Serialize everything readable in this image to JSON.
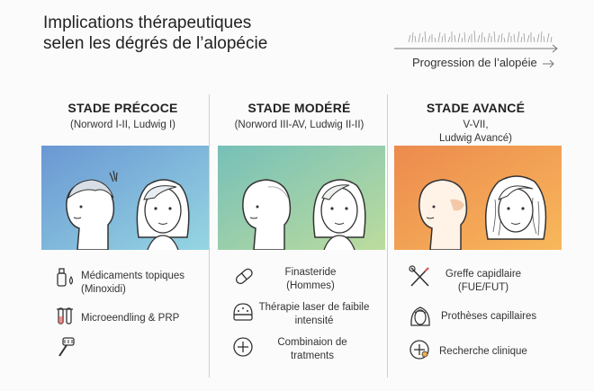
{
  "title": {
    "line1": "Implications thérapeutiques",
    "line2": "selen les dégrés de l’alopécie"
  },
  "progression_label": "Progression de l’alopéie",
  "stages": [
    {
      "title": "STADE PRÉCOCE",
      "subtitle": [
        "(Norword I-II, Ludwig I)"
      ],
      "colors": [
        "#6f9fd6",
        "#8ed2e0"
      ],
      "items": [
        {
          "label": [
            "Médicaments topiques",
            "(Minoxidi)"
          ],
          "icon": "bottle-dropper-icon"
        },
        {
          "label": [
            "Microeendling & PRP"
          ],
          "icon": "test-tubes-icon"
        },
        {
          "label": [],
          "icon": "derma-roller-icon"
        }
      ]
    },
    {
      "title": "STADE MODÉRÉ",
      "subtitle": [
        "(Norword III-AV, Ludwig II-II)"
      ],
      "colors": [
        "#7cc4b4",
        "#b7dba0"
      ],
      "items": [
        {
          "label": [
            "Finasteride",
            "(Hommes)"
          ],
          "icon": "pill-icon"
        },
        {
          "label": [
            "Thérapie laser de faibile",
            "intensité"
          ],
          "icon": "laser-cap-icon"
        },
        {
          "label": [
            "Combinaion de",
            "tratments"
          ],
          "icon": "plus-circle-icon"
        }
      ]
    },
    {
      "title": "STADE AVANCÉ",
      "subtitle": [
        "V-VII,",
        "Ludwig Avancé)"
      ],
      "colors": [
        "#ee8d50",
        "#f7b45a"
      ],
      "items": [
        {
          "label": [
            "Greffe capidlaire",
            "(FUE/FUT)"
          ],
          "icon": "surgical-tools-icon"
        },
        {
          "label": [
            "Prothèses capillaires"
          ],
          "icon": "wig-icon"
        },
        {
          "label": [
            "Recherche clinique"
          ],
          "icon": "research-flask-icon"
        }
      ]
    }
  ]
}
